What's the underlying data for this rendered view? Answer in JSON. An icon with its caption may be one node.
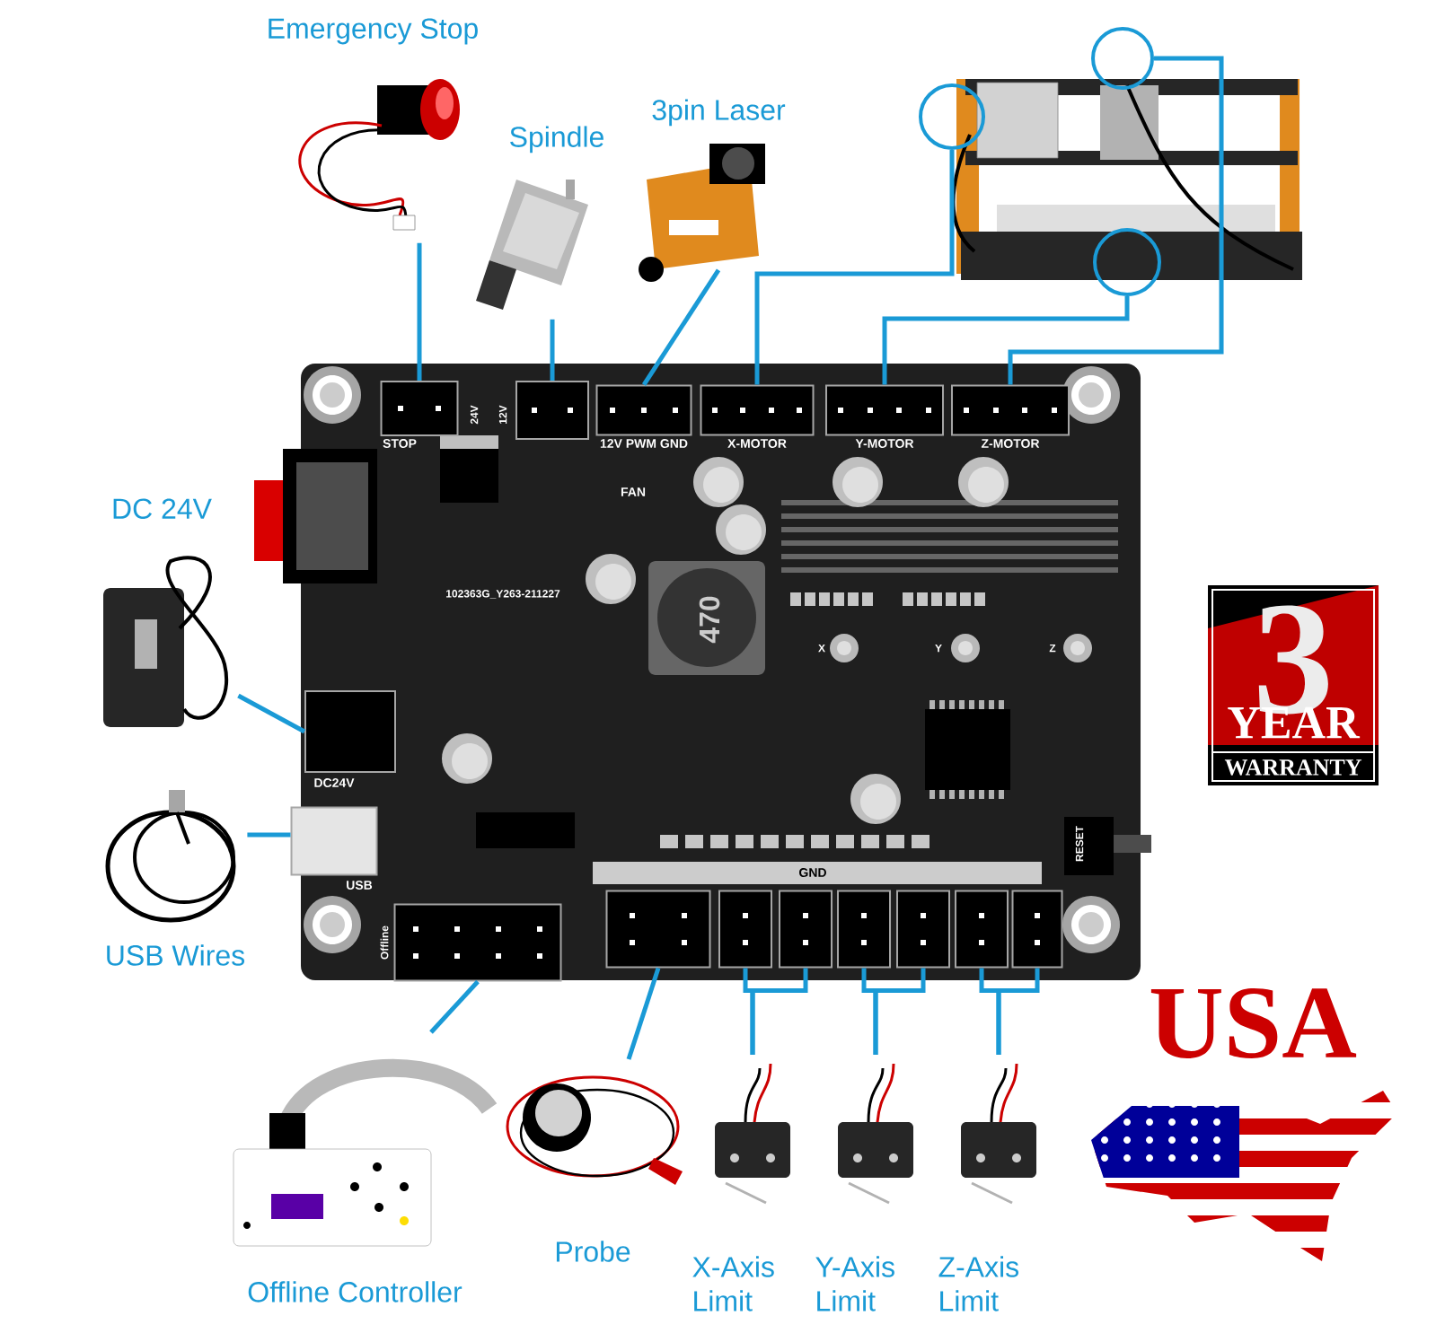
{
  "diagram": {
    "nodes": [
      {
        "text": [],
        "shape": "picture"
      },
      {
        "text": [],
        "shape": "box",
        "in": 0
      },
      {
        "text": [],
        "shape": "box",
        "in": 0
      },
      {
        "text": [],
        "shape": "box",
        "in": 0
      },
      {
        "text": [],
        "shape": "box",
        "in": 0
      },
      {
        "text": [],
        "shape": "box",
        "in": 0
      },
      {
        "text": [],
        "shape": "box",
        "in": 0
      },
      {
        "text": [],
        "shape": "box",
        "in": 0
      },
      {
        "text": [],
        "shape": "box",
        "in": 0
      },
      {
        "text": [],
        "shape": "box",
        "in": 0
      },
      {
        "text": [],
        "shape": "box",
        "in": 0
      },
      {
        "text": [],
        "shape": "box",
        "in": 0
      },
      {
        "text": [],
        "shape": "box",
        "in": 0
      },
      {
        "text": [],
        "shape": "box",
        "in": 0
      },
      {
        "text": [],
        "shape": "box",
        "in": 0
      },
      {
        "text": [],
        "shape": "box",
        "in": 0
      },
      {
        "text": [],
        "shape": "box",
        "in": 0
      },
      {
        "text": [
          "Emergency Stop"
        ]
      },
      {
        "text": [
          "Spindle"
        ]
      },
      {
        "text": [
          "3pin Laser"
        ]
      },
      {
        "text": [],
        "shape": "picture"
      },
      {
        "text": [],
        "shape": "circle"
      },
      {
        "text": [],
        "shape": "circle"
      },
      {
        "text": [],
        "shape": "circle",
        "in": 20
      },
      {
        "text": [
          "DC 24V"
        ]
      },
      {
        "text": [
          "USB Wires"
        ]
      },
      {
        "text": [
          "Offline Controller"
        ]
      },
      {
        "text": [
          "Probe"
        ]
      },
      {
        "text": [
          "X-Axis Limit"
        ]
      },
      {
        "text": [
          "Y-Axis Limit"
        ]
      },
      {
        "text": [
          "Z-Axis Limit"
        ]
      }
    ],
    "edges": [
      {
        "from": 17,
        "to": 1,
        "arrow": "none"
      },
      {
        "from": 18,
        "to": 2,
        "arrow": "none"
      },
      {
        "from": 19,
        "to": 3,
        "arrow": "none"
      },
      {
        "from": 21,
        "to": 4,
        "arrow": "none"
      },
      {
        "from": 23,
        "to": 5,
        "arrow": "none"
      },
      {
        "from": 22,
        "to": 6,
        "arrow": "none"
      },
      {
        "from": 24,
        "to": 7,
        "arrow": "none"
      },
      {
        "from": 25,
        "to": 8,
        "arrow": "none"
      },
      {
        "from": 26,
        "to": 9,
        "arrow": "none"
      },
      {
        "from": 27,
        "to": 10,
        "arrow": "none"
      },
      {
        "from": 28,
        "to": 11,
        "arrow": "none"
      },
      {
        "from": 28,
        "to": 12,
        "arrow": "none"
      },
      {
        "from": 29,
        "to": 13,
        "arrow": "none"
      },
      {
        "from": 29,
        "to": 14,
        "arrow": "none"
      },
      {
        "from": 30,
        "to": 15,
        "arrow": "none"
      },
      {
        "from": 30,
        "to": 16,
        "arrow": "none"
      }
    ],
    "labels": [
      "STOP",
      "12V PWM GND",
      "X-MOTOR",
      "Y-MOTOR",
      "Z-MOTOR",
      "24V",
      "12V",
      "FAN",
      "102363G_Y263-211227",
      "470",
      "X",
      "Y",
      "Z",
      "DC24V",
      "USB",
      "GND",
      "RESET",
      "Offline",
      "3",
      "YEAR",
      "WARRANTY",
      "USA"
    ]
  }
}
